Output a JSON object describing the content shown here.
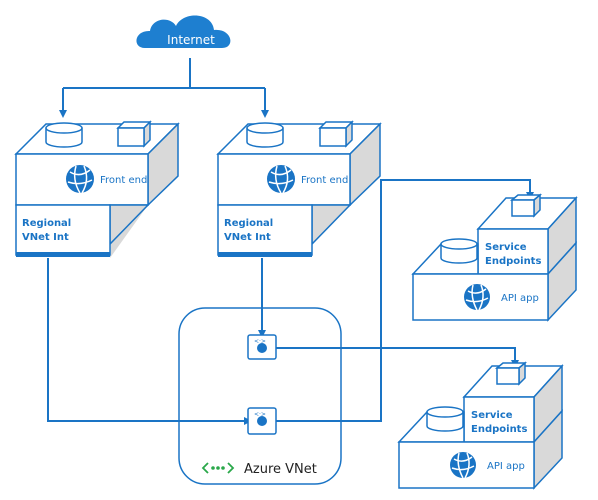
{
  "internet": {
    "label": "Internet"
  },
  "apps": [
    {
      "service_label": "Front end",
      "integration_label_1": "Regional",
      "integration_label_2": "VNet Int"
    },
    {
      "service_label": "Front end",
      "integration_label_1": "Regional",
      "integration_label_2": "VNet Int"
    }
  ],
  "backends": [
    {
      "endpoint_label_1": "Service",
      "endpoint_label_2": "Endpoints",
      "service_label": "API app"
    },
    {
      "endpoint_label_1": "Service",
      "endpoint_label_2": "Endpoints",
      "service_label": "API app"
    }
  ],
  "vnet": {
    "label": "Azure VNet"
  },
  "colors": {
    "accent": "#1a74c5",
    "box_fill": "#ffffff",
    "box_top": "#ffffff",
    "box_side": "#d9d9d9",
    "cloud": "#1e7fd0",
    "line": "#1a74c5"
  }
}
